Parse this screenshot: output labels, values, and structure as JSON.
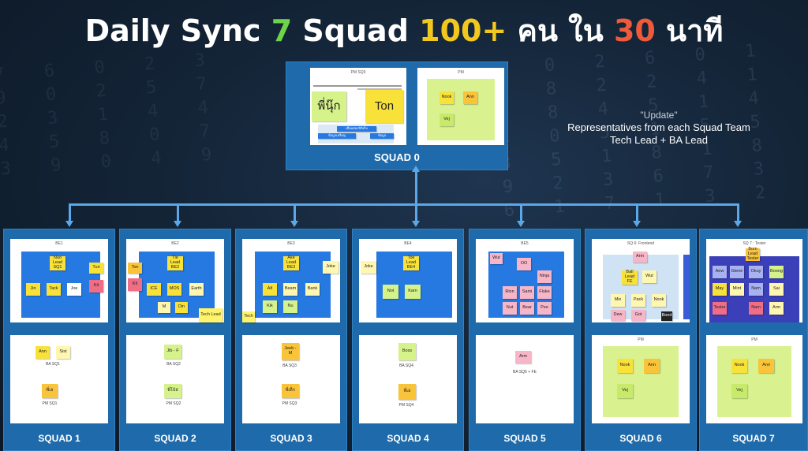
{
  "title": {
    "part1": "Daily Sync ",
    "num_squads": "7",
    "part2": " Squad ",
    "people": "100+",
    "part3": " คน ใน ",
    "minutes": "30",
    "part4": " นาที"
  },
  "squad0": {
    "label": "SQUAD 0",
    "board_left": {
      "header": "PM SQ3",
      "stickies": [
        "พี่นุ๊ก",
        "Ton"
      ],
      "flow_labels": [
        "เชื่อมต่อสถิติเก็บ",
        "ข้อมูลเหรียญ",
        "ข้อมูล"
      ]
    },
    "board_right": {
      "header": "PM",
      "stickies": [
        "Nook",
        "Ann",
        "Vej"
      ]
    }
  },
  "note": {
    "quote": "\"Update\"",
    "line1": "Representatives from each Squad Team",
    "line2": "Tech Lead + BA Lead"
  },
  "squads": [
    {
      "label": "SQUAD 1",
      "top_header": "BE1",
      "top_stickies": [
        "Nuo Lead SQ1",
        "Tun",
        "Jin",
        "Tack",
        "Joe",
        "Kit"
      ],
      "bottom_stickies": [
        "Ann",
        "Sist",
        "พี่เอ"
      ],
      "bottom_texts": [
        "BA SQ1",
        "PM SQ1"
      ]
    },
    {
      "label": "SQUAD 2",
      "top_header": "BE2",
      "top_stickies": [
        "Tle Lead BE2",
        "Ton",
        "Kit",
        "ICE",
        "MOS",
        "Earth",
        "M",
        "Din",
        "Tech Lead"
      ],
      "bottom_stickies": [
        "Jib - F",
        "พี่โบ้ส"
      ],
      "bottom_texts": [
        "BA SQ2",
        "PM SQ2"
      ]
    },
    {
      "label": "SQUAD 3",
      "top_header": "BE3",
      "top_stickies": [
        "Ake Lead BE3",
        "Joke",
        "Alt",
        "Beam",
        "Bank",
        "Kik",
        "Nu",
        "Tech"
      ],
      "bottom_stickies": [
        "Jeeb - M",
        "พี่เล็ก"
      ],
      "bottom_texts": [
        "BA SQ3",
        "PM SQ3"
      ]
    },
    {
      "label": "SQUAD 4",
      "top_header": "BE4",
      "top_stickies": [
        "Joke",
        "Toe Lead BE4",
        "Not",
        "Karn"
      ],
      "bottom_stickies": [
        "Boss",
        "พี่เอ"
      ],
      "bottom_texts": [
        "BA SQ4",
        "PM SQ4"
      ]
    },
    {
      "label": "SQUAD 5",
      "top_header": "BE5",
      "top_stickies": [
        "Wut",
        "OO",
        "Ninja",
        "Rinn",
        "Sami",
        "Fluke",
        "Nut",
        "Bear",
        "Pee"
      ],
      "bottom_stickies": [
        "Arm"
      ],
      "bottom_texts": [
        "BA SQ5 + FE"
      ]
    },
    {
      "label": "SQUAD 6",
      "top_header": "SQ 6: Frontend",
      "top_stickies": [
        "Arm",
        "Ball Lead FE",
        "Wut",
        "Mix",
        "Pack",
        "Nook",
        "Dew",
        "Got",
        "Bond"
      ],
      "bottom_header": "PM",
      "bottom_stickies": [
        "Nook",
        "Ann",
        "Vej"
      ]
    },
    {
      "label": "SQUAD 7",
      "top_header": "SQ 7 : Tester",
      "top_stickies": [
        "Bom Lead Tester",
        "Aew",
        "Giene",
        "Okuy",
        "Boong",
        "May",
        "Mint",
        "Nam",
        "Sai",
        "Tester",
        "Nam",
        "Arm"
      ],
      "bottom_header": "PM",
      "bottom_stickies": [
        "Nook",
        "Ann",
        "Vej"
      ]
    }
  ],
  "colors": {
    "panel": "#1e6aab",
    "connector": "#5aa8e8",
    "title_green": "#6fd34a",
    "title_yellow": "#f2c81f",
    "title_red": "#ef5a3a"
  }
}
